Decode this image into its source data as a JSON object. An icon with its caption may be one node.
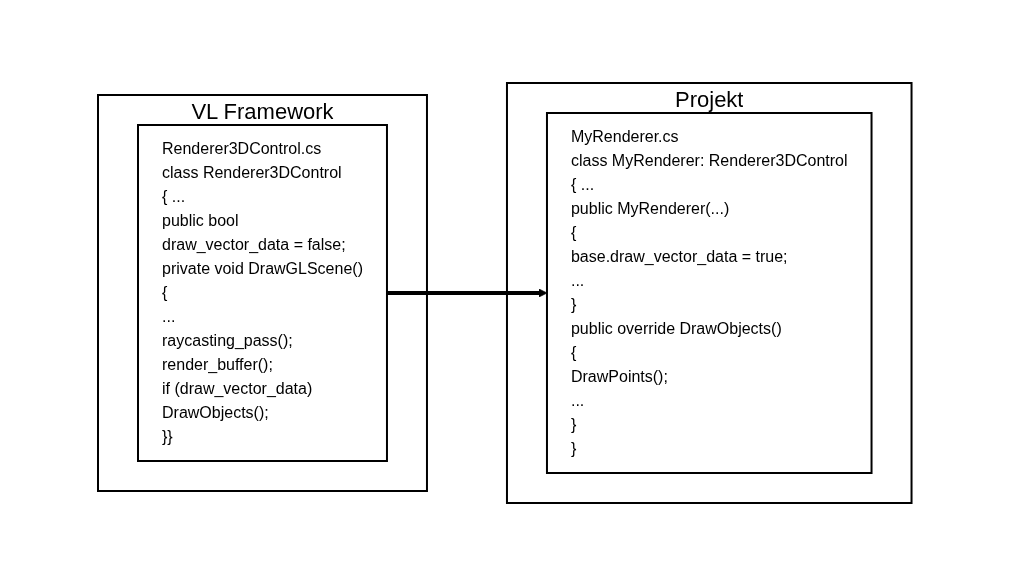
{
  "diagram": {
    "nodes": [
      {
        "text": [
          "VL Framework"
        ]
      },
      {
        "text": [
          "Renderer3DControl.cs",
          "class Renderer3DControl",
          "{ ...",
          "public bool",
          "draw_vector_data = false;",
          "private void DrawGLScene()",
          "{",
          "...",
          "raycasting_pass();",
          "render_buffer();",
          "if (draw_vector_data)",
          "DrawObjects();",
          "}}"
        ],
        "in": 0
      },
      {
        "text": [
          "Projekt"
        ]
      },
      {
        "text": [
          "MyRenderer.cs",
          "class MyRenderer: Renderer3DControl",
          "{ ...",
          "public MyRenderer(...)",
          "{",
          "base.draw_vector_data = true;",
          "...",
          "}",
          "public override DrawObjects()",
          "{",
          "DrawPoints();",
          "...",
          "}",
          "}"
        ],
        "in": 2
      }
    ],
    "edges": [
      {
        "from": 1,
        "to": 3,
        "arrow": "to"
      }
    ]
  }
}
